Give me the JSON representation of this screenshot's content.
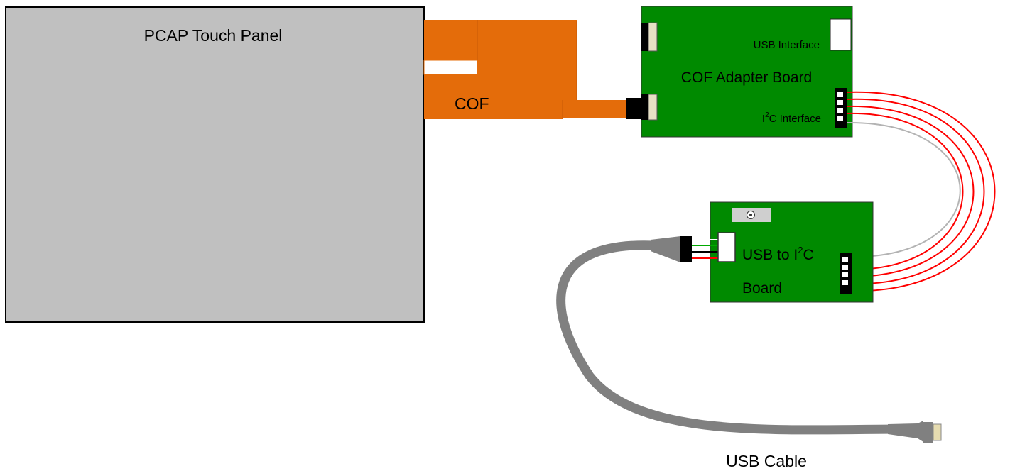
{
  "panel": {
    "label": "PCAP Touch Panel"
  },
  "cof": {
    "label": "COF"
  },
  "adapter_board": {
    "label": "COF Adapter Board",
    "usb_interface_label": "USB Interface",
    "i2c_interface_label_prefix": "I",
    "i2c_interface_label_superscript": "2",
    "i2c_interface_label_suffix": "C Interface"
  },
  "bridge_board": {
    "label_prefix": "USB to I",
    "label_superscript": "2",
    "label_suffix": "C",
    "label_line2": "Board"
  },
  "usb_cable": {
    "label": "USB Cable"
  },
  "colors": {
    "panel_fill": "#c0c0c0",
    "cof_fill": "#e46c0a",
    "board_fill": "#008a00",
    "wire_red": "#ff0000",
    "wire_gray": "#b3b3b3",
    "cable_gray": "#808080"
  }
}
